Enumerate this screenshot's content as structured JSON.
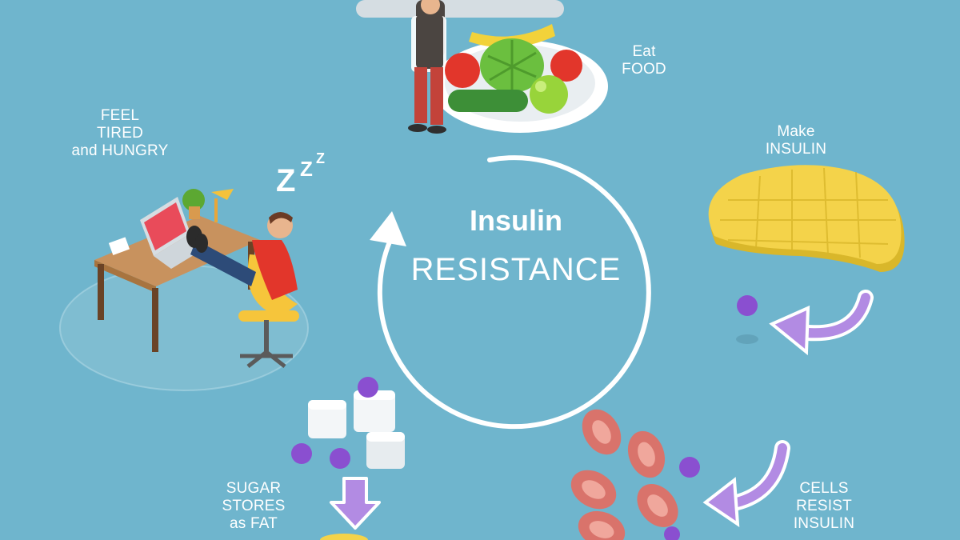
{
  "center": {
    "title": "Insulin",
    "subtitle": "RESISTANCE"
  },
  "steps": {
    "eat": {
      "line1": "Eat",
      "line2": "FOOD"
    },
    "make": {
      "line1": "Make",
      "line2": "INSULIN"
    },
    "cells": {
      "line1": "CELLS",
      "line2": "RESIST",
      "line3": "INSULIN"
    },
    "sugar": {
      "line1": "SUGAR",
      "line2": "STORES",
      "line3": "as FAT"
    },
    "tired": {
      "line1": "FEEL",
      "line2": "TIRED",
      "line3": "and HUNGRY"
    }
  },
  "sleep_text": "Z",
  "colors": {
    "background": "#6fb5cd",
    "ring": "#ffffff",
    "arrow": "#b28be3",
    "insulin_dot": "#8a4fd0",
    "pancreas": "#f4d34a",
    "cell": "#d9736b",
    "sugar_cube": "#f3f6f8"
  },
  "icons": [
    "person-with-plate-icon",
    "food-plate-icon",
    "pancreas-icon",
    "insulin-molecule-icon",
    "blood-cell-icon",
    "sugar-cube-icon",
    "desk-worker-icon",
    "sleep-z-icon"
  ]
}
